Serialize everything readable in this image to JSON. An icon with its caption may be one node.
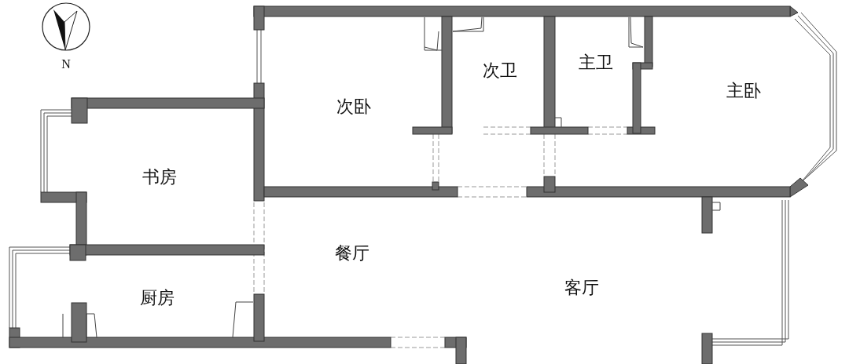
{
  "diagram": {
    "labels": [
      "N",
      "次卧",
      "次卫",
      "主卫",
      "主卧",
      "书房",
      "餐厅",
      "厨房",
      "客厅"
    ]
  }
}
